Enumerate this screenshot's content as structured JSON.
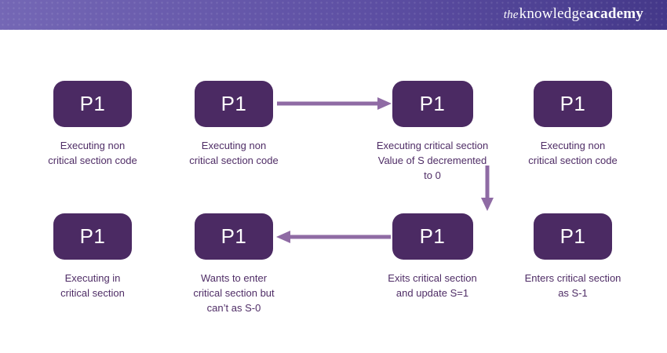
{
  "header": {
    "logo": {
      "the": "the",
      "knowledge": "knowledge",
      "academy": "academy"
    }
  },
  "colors": {
    "header_gradient_left": "#7467b5",
    "header_gradient_right": "#443889",
    "box_fill": "#4b2a63",
    "box_text": "#ffffff",
    "caption_text": "#4f2d66",
    "arrow": "#8f6ba4"
  },
  "diagram": {
    "nodes": [
      {
        "label": "P1",
        "caption": "Executing non\ncritical section code"
      },
      {
        "label": "P1",
        "caption": "Executing non\ncritical section code"
      },
      {
        "label": "P1",
        "caption": "Executing critical section\nValue of S decremented\nto 0"
      },
      {
        "label": "P1",
        "caption": "Executing non\ncritical section code"
      },
      {
        "label": "P1",
        "caption": "Executing in\ncritical section"
      },
      {
        "label": "P1",
        "caption": "Wants to enter\ncritical section but\ncan’t as S-0"
      },
      {
        "label": "P1",
        "caption": "Exits critical section\nand update S=1"
      },
      {
        "label": "P1",
        "caption": "Enters critical section\nas S-1"
      }
    ],
    "arrows": [
      {
        "from": "node-2",
        "to": "node-3",
        "direction": "right"
      },
      {
        "from": "node-3",
        "to": "node-7",
        "direction": "down"
      },
      {
        "from": "node-7",
        "to": "node-6",
        "direction": "left"
      }
    ]
  }
}
